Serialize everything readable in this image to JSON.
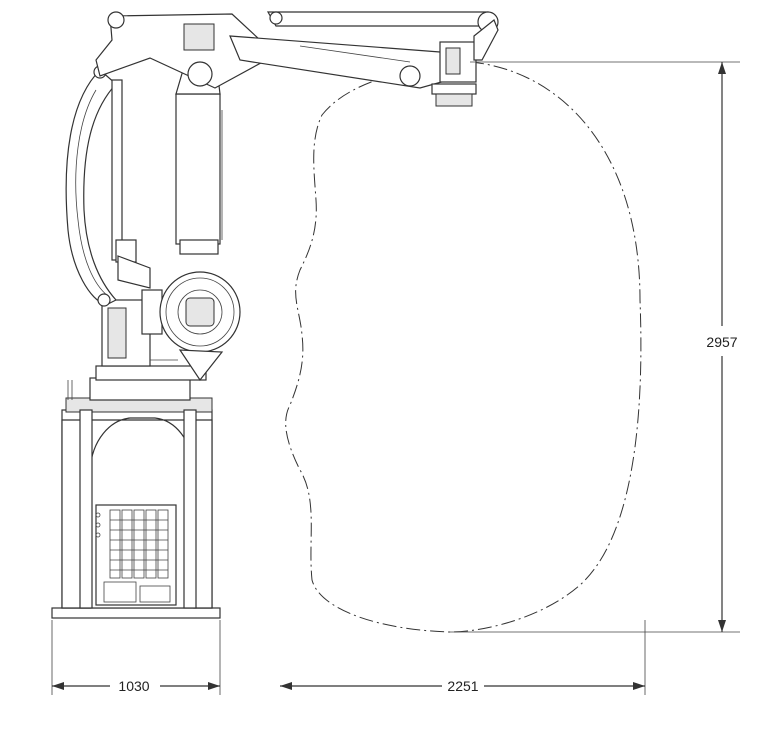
{
  "dimensions": {
    "base_width": "1030",
    "reach": "2251",
    "height": "2957"
  }
}
